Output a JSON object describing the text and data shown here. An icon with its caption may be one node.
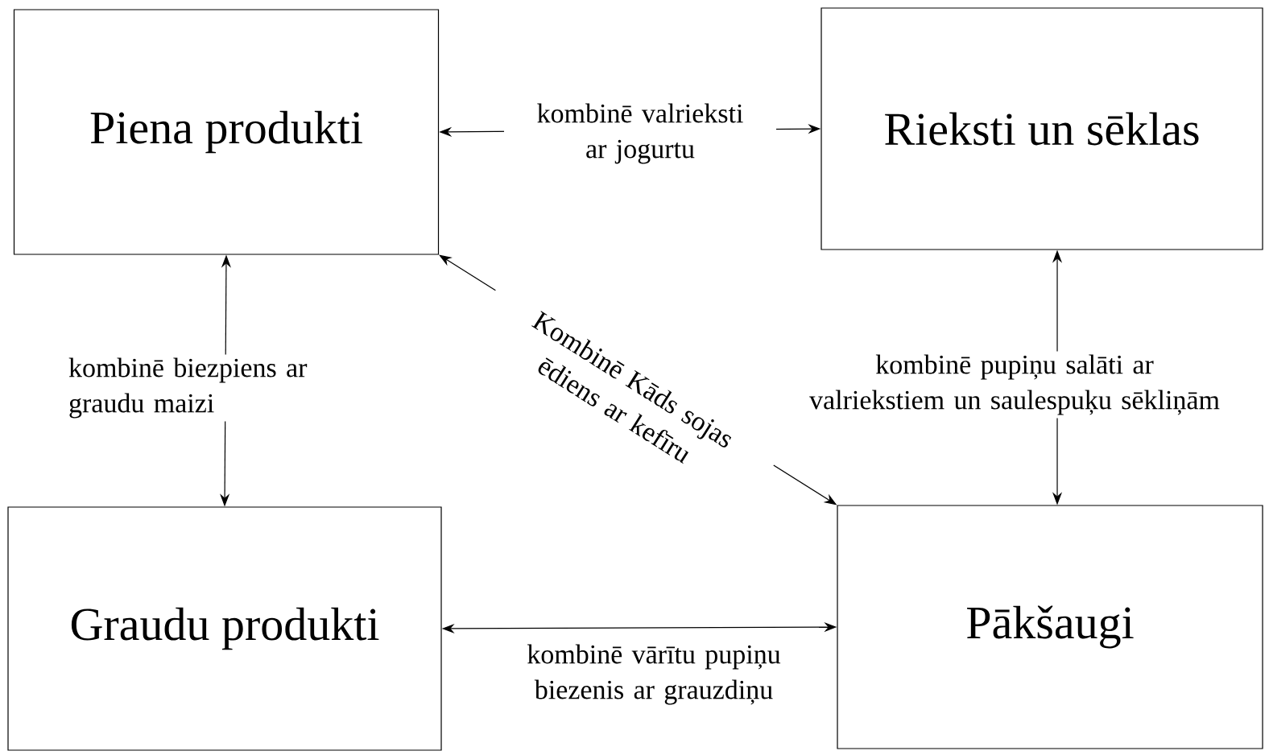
{
  "diagram": {
    "nodes": [
      {
        "text": [
          "Piena produkti"
        ]
      },
      {
        "text": [
          "Rieksti un sēklas"
        ]
      },
      {
        "text": [
          "Graudu produkti"
        ]
      },
      {
        "text": [
          "Pākšaugi"
        ]
      }
    ],
    "edges": [
      {
        "from": 0,
        "to": 1,
        "arrow": "both",
        "label": "kombinē valrieksti ar jogurtu"
      },
      {
        "from": 0,
        "to": 2,
        "arrow": "both",
        "label": "kombinē biezpiens ar graudu maizi"
      },
      {
        "from": 0,
        "to": 3,
        "arrow": "both",
        "label": "Kombinē Kāds sojas ēdiens ar kefīru"
      },
      {
        "from": 1,
        "to": 3,
        "arrow": "both",
        "label": "kombinē pupiņu salāti ar valriekstiem un saulespuķu sēkliņām"
      },
      {
        "from": 2,
        "to": 3,
        "arrow": "both",
        "label": "kombinē vārītu pupiņu biezenis ar grauzdiņu"
      }
    ]
  }
}
